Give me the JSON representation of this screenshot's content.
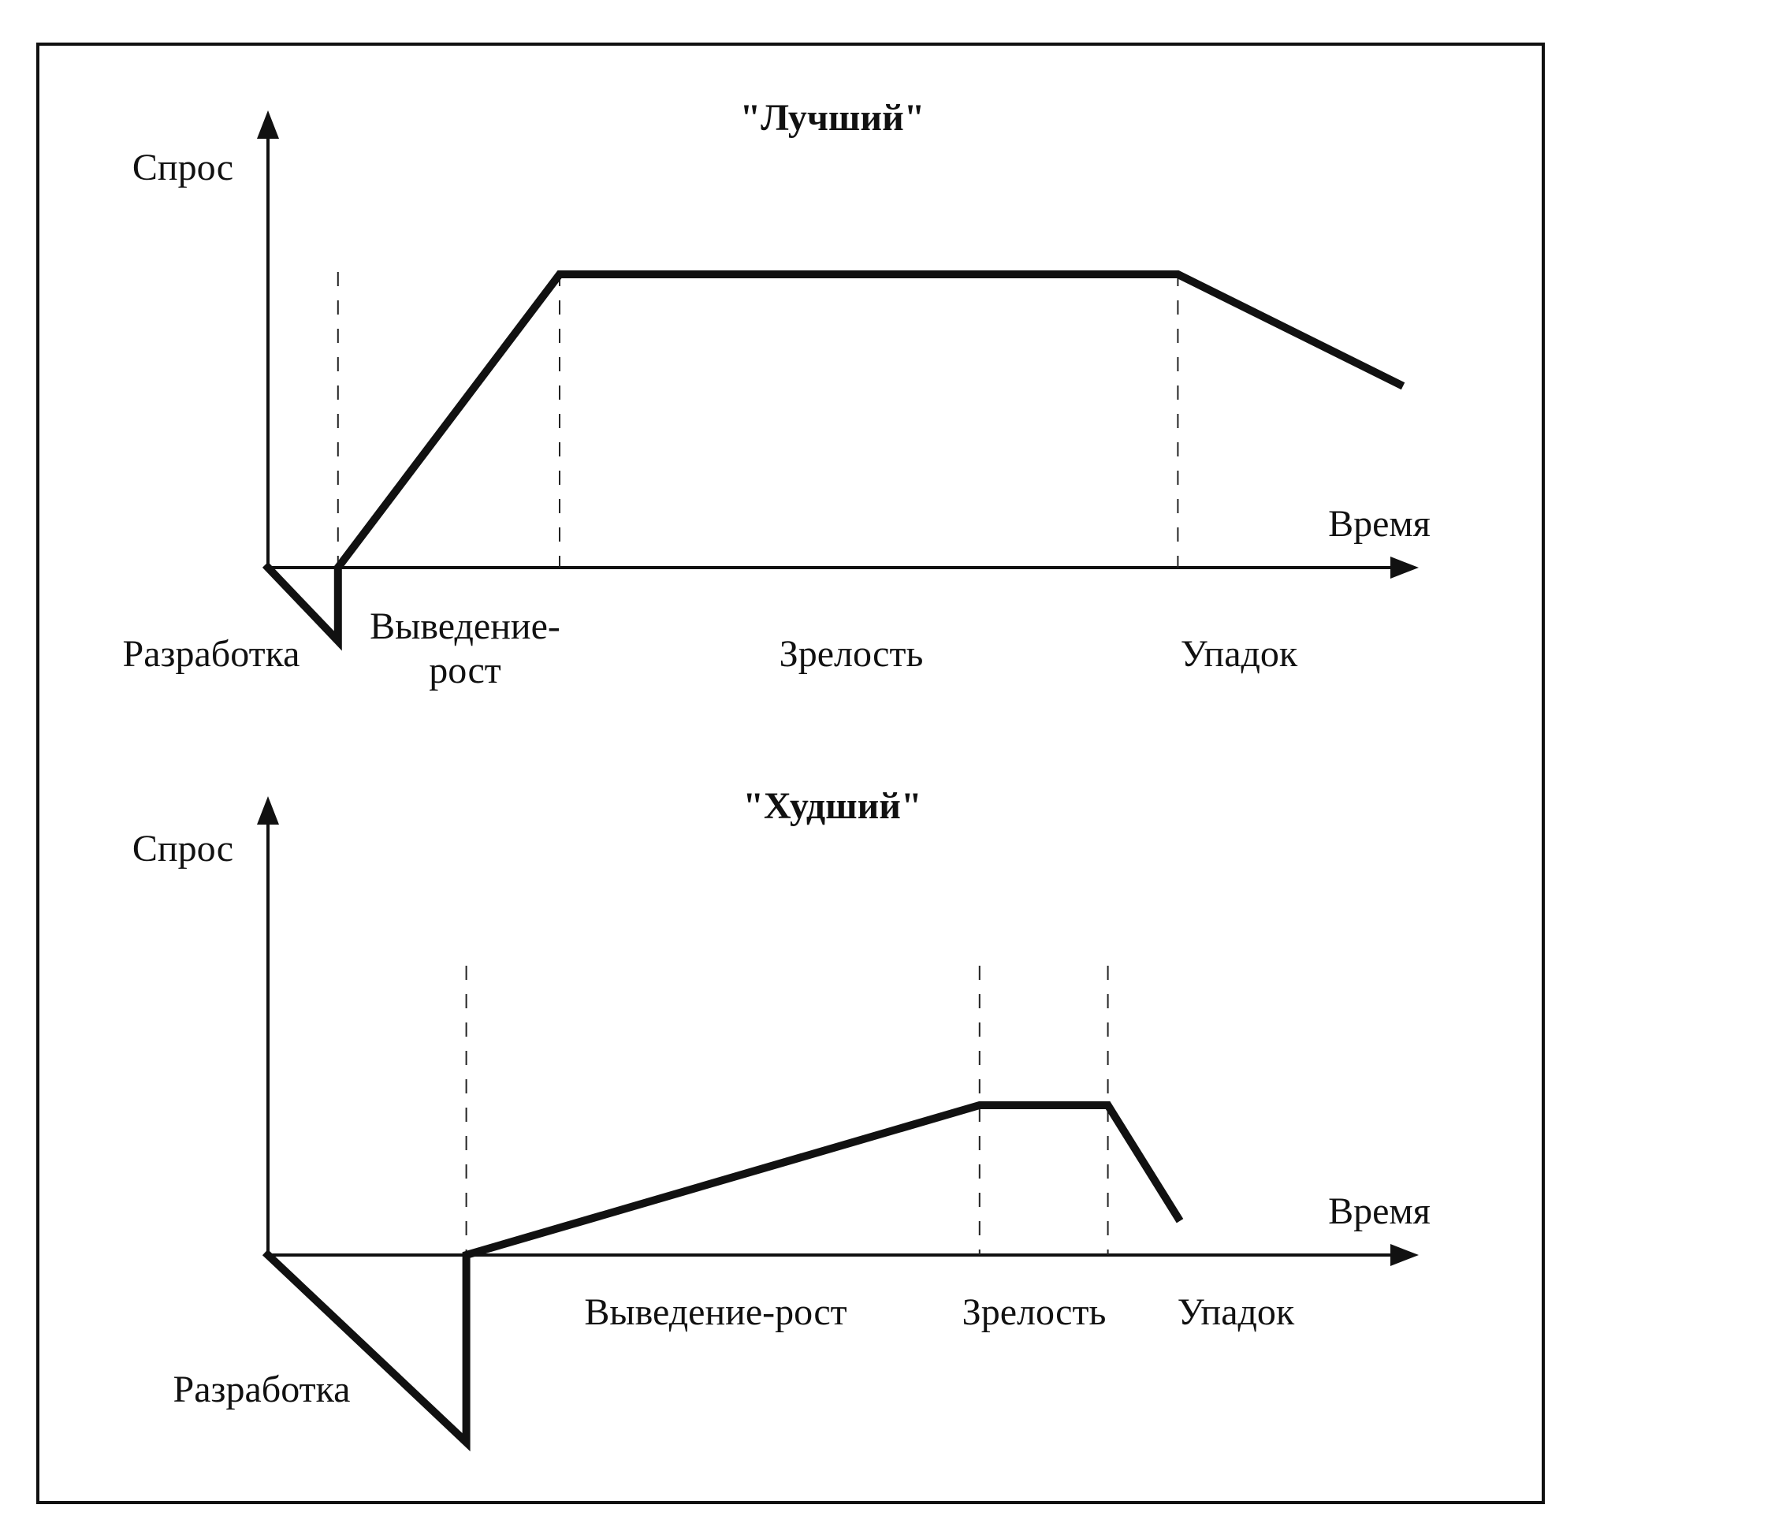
{
  "chart_data": [
    {
      "type": "line",
      "title": "\"Лучший\"",
      "ylabel": "Спрос",
      "xlabel": "Время",
      "phases": [
        {
          "label": "Разработка",
          "lines": [
            "Разработка"
          ]
        },
        {
          "label": "Выведение-рост",
          "lines": [
            "Выведение-",
            "рост"
          ]
        },
        {
          "label": "Зрелость",
          "lines": [
            "Зрелость"
          ]
        },
        {
          "label": "Упадок",
          "lines": [
            "Упадок"
          ]
        }
      ],
      "phase_boundaries": [
        0.6,
        2.5,
        7.8
      ],
      "xlim": [
        0,
        10.3
      ],
      "ylim": [
        -0.6,
        2.6
      ],
      "series": [
        {
          "x": [
            0,
            0.6,
            0.6,
            2.5,
            7.8,
            9.7
          ],
          "y": [
            0,
            -0.5,
            0,
            2.0,
            2.0,
            1.25
          ]
        }
      ]
    },
    {
      "type": "line",
      "title": "\"Худший\"",
      "ylabel": "Спрос",
      "xlabel": "Время",
      "phases": [
        {
          "label": "Разработка",
          "lines": [
            "Разработка"
          ]
        },
        {
          "label": "Выведение-рост",
          "lines": [
            "Выведение-рост"
          ]
        },
        {
          "label": "Зрелость",
          "lines": [
            "Зрелость"
          ]
        },
        {
          "label": "Упадок",
          "lines": [
            "Упадок"
          ]
        }
      ],
      "phase_boundaries": [
        1.7,
        6.1,
        7.2
      ],
      "xlim": [
        0,
        10.3
      ],
      "ylim": [
        -1.3,
        2.6
      ],
      "series": [
        {
          "x": [
            0,
            1.7,
            1.7,
            6.1,
            7.2,
            7.8
          ],
          "y": [
            0,
            -1.25,
            0,
            1.0,
            1.0,
            0.25
          ]
        }
      ]
    }
  ]
}
